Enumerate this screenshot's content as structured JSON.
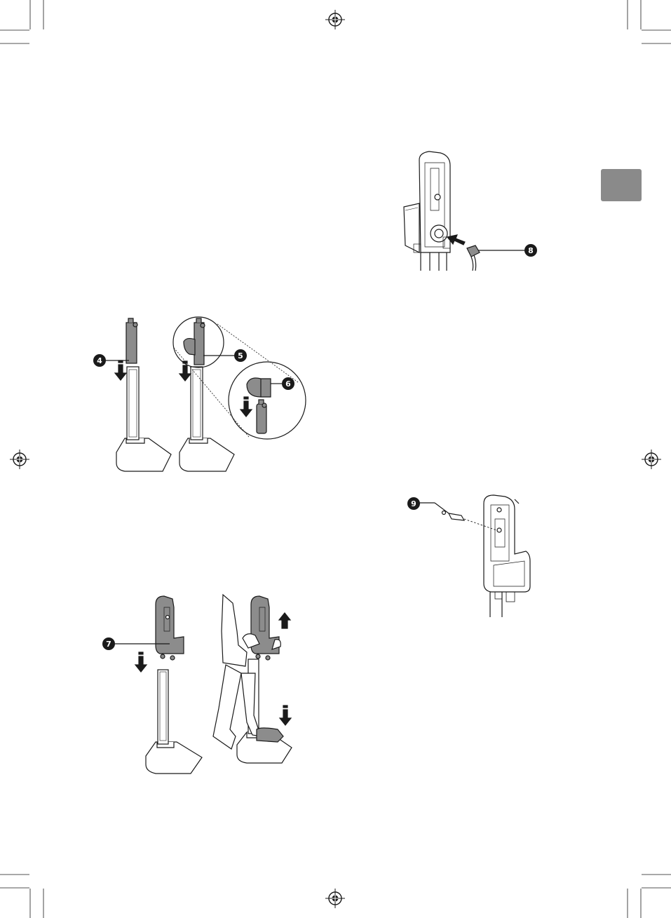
{
  "colors": {
    "line": "#1a1a1a",
    "part_fill": "#8c8c8c",
    "tab_fill": "#8a8a8a",
    "callout_fill": "#1a1a1a"
  },
  "icons": {
    "registration": "registration-mark-icon",
    "arrow": "arrow-icon"
  },
  "callouts": {
    "c4": "4",
    "c5": "5",
    "c6": "6",
    "c7": "7",
    "c8": "8",
    "c9": "9"
  }
}
